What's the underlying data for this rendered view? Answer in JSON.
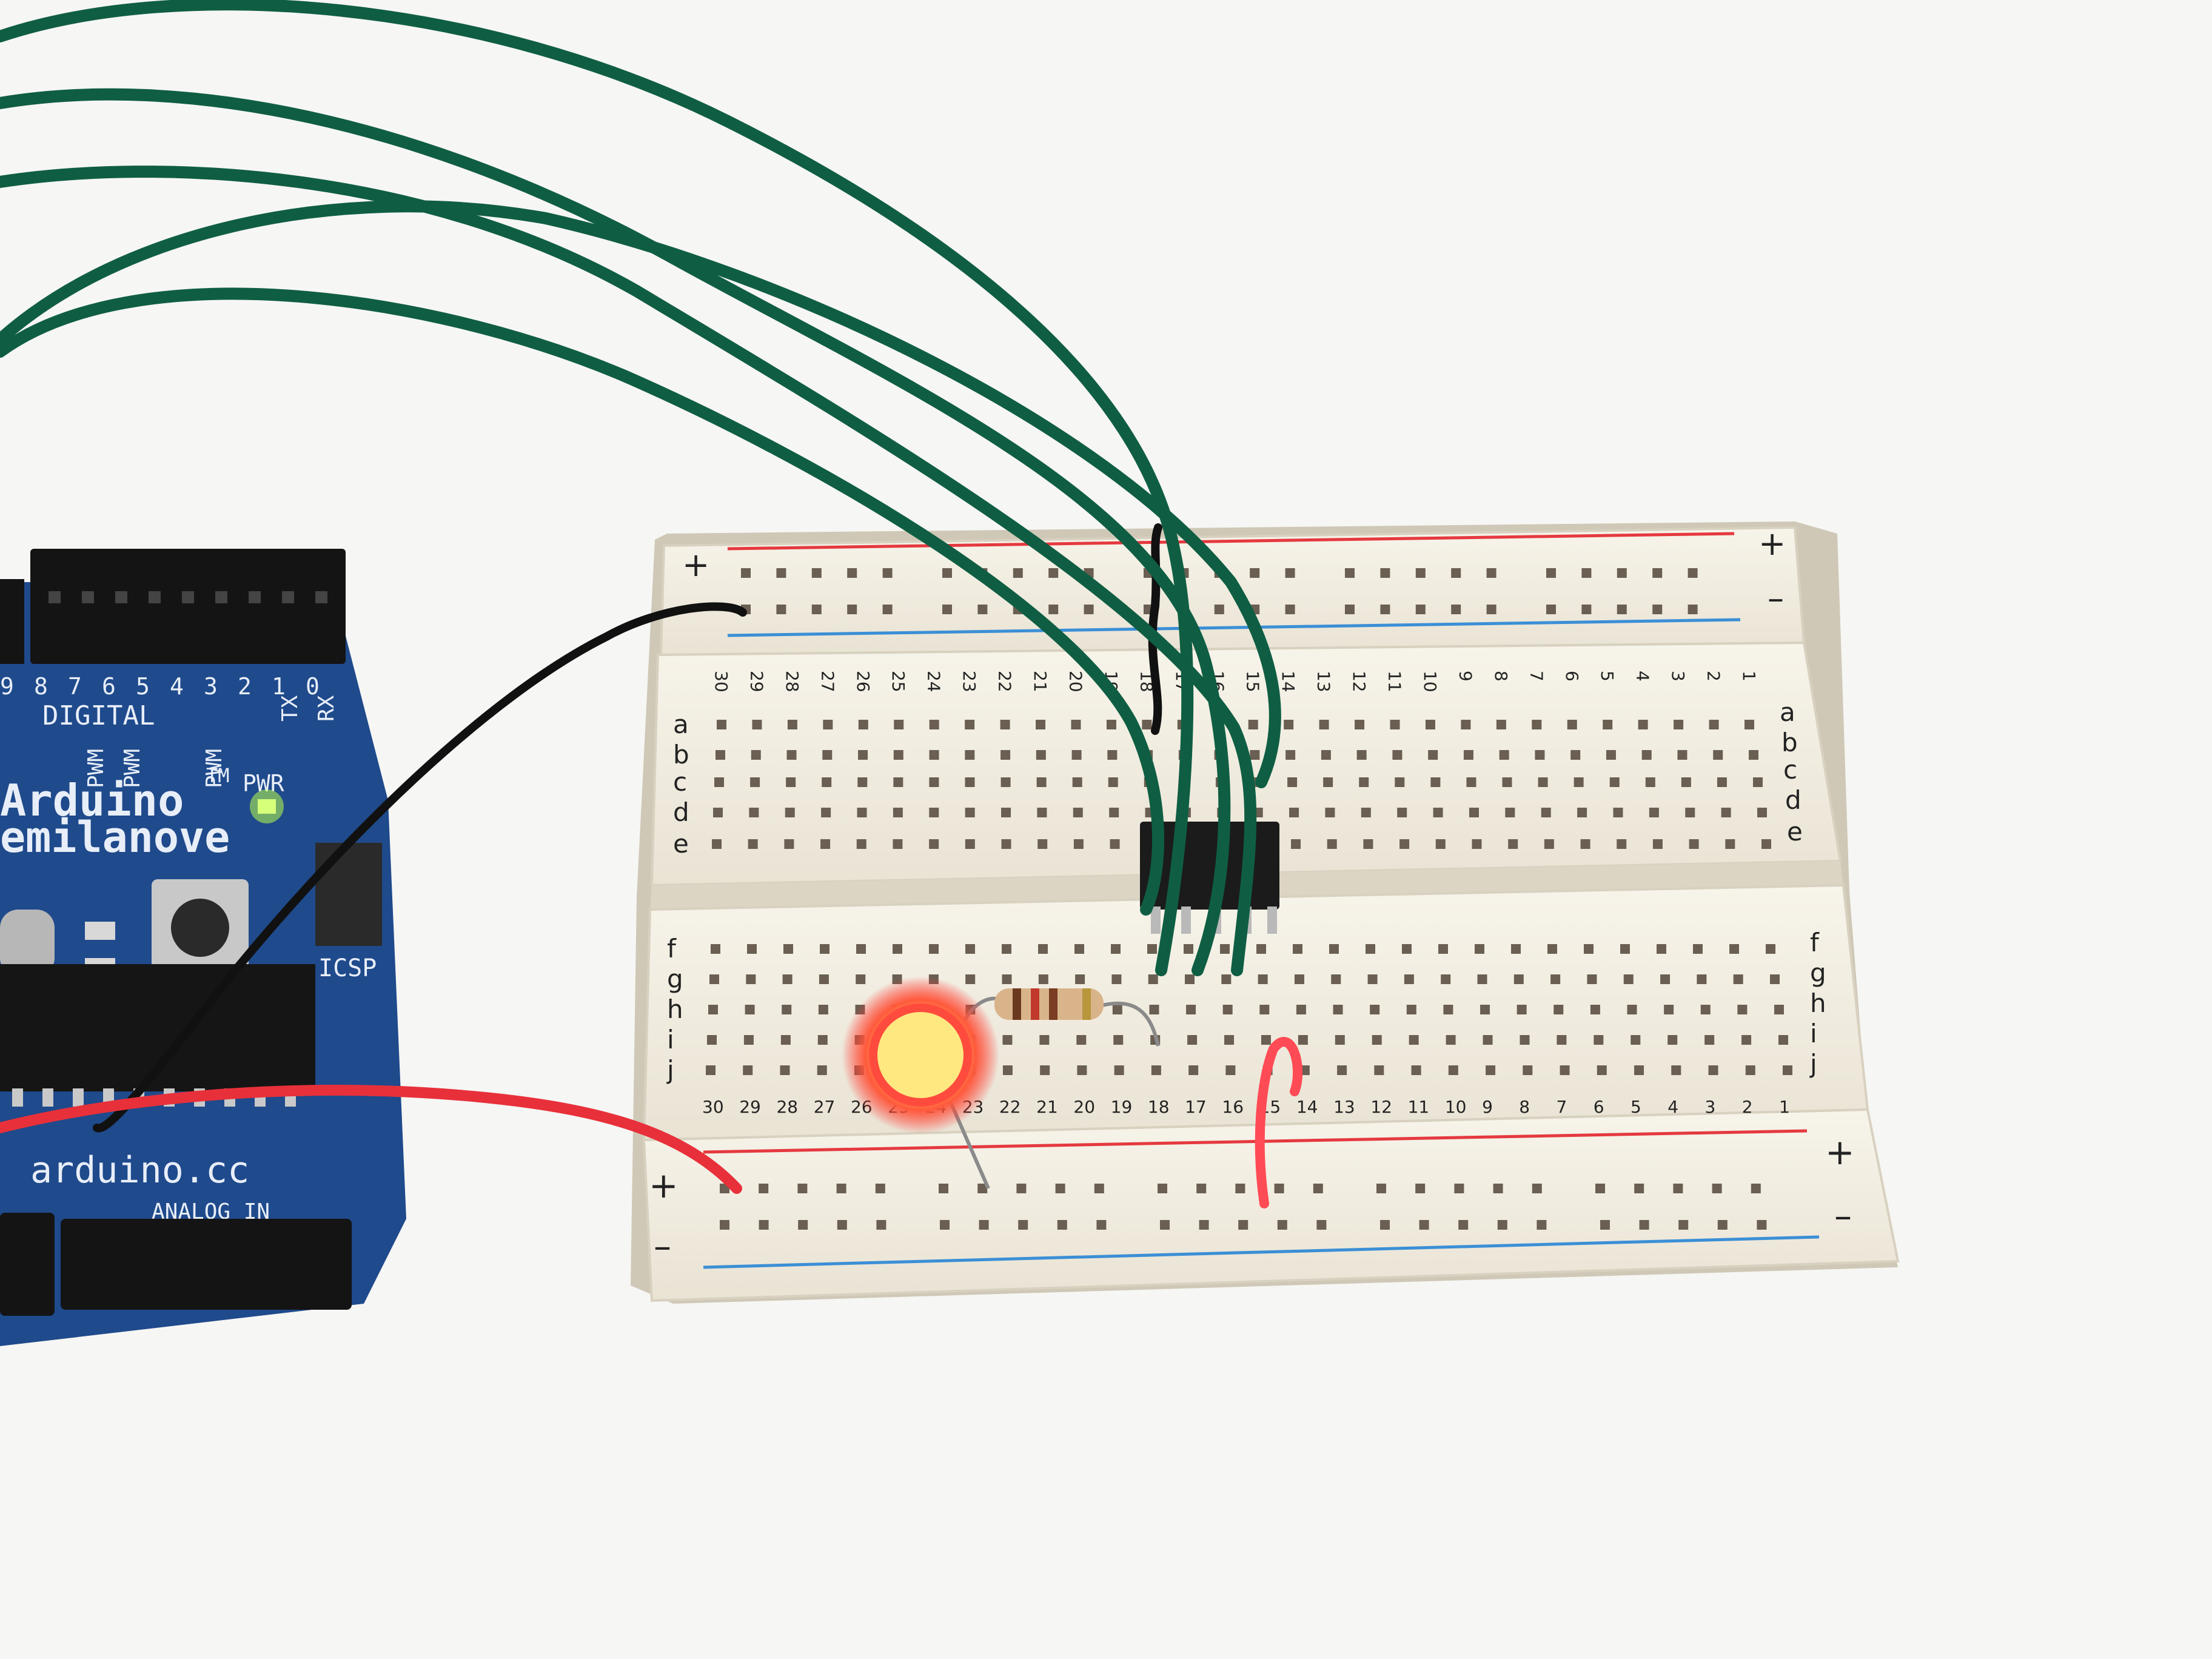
{
  "scene": {
    "subject": "arduino-breadboard-led-circuit"
  },
  "breadboard": {
    "row_letters_top": [
      "a",
      "b",
      "c",
      "d",
      "e"
    ],
    "row_letters_bottom": [
      "f",
      "g",
      "h",
      "i",
      "j"
    ],
    "column_numbers": [
      30,
      29,
      28,
      27,
      26,
      25,
      24,
      23,
      22,
      21,
      20,
      19,
      18,
      17,
      16,
      15,
      14,
      13,
      12,
      11,
      10,
      9,
      8,
      7,
      6,
      5,
      4,
      3,
      2,
      1
    ],
    "rail_plus": "+",
    "rail_minus": "–",
    "colors": {
      "body": "#f3efe4",
      "hole": "#6a5f52",
      "red_line": "#e5393f",
      "blue_line": "#3b8fd6"
    }
  },
  "arduino": {
    "header_digital": "DIGITAL",
    "brand": "Arduino",
    "trademark": "TM",
    "model_fragment": "emilanove",
    "pwm_label": "PWM",
    "pwr_label": "PWR",
    "icsp_label": "ICSP",
    "website": "arduino.cc",
    "analog_fragment": "ANALOG IN",
    "pin_numbers": [
      "9",
      "8",
      "7",
      "6",
      "5",
      "4",
      "3",
      "2",
      "1",
      "0"
    ],
    "tx_label": "TX",
    "rx_label": "RX",
    "colors": {
      "pcb": "#1f4a8c",
      "silk": "#e8eef8",
      "pwr_led": "#b9ff4a"
    }
  },
  "components": {
    "led_color": "#ff4b3e",
    "wire_green": "#0f5e43",
    "wire_red": "#e8303a",
    "wire_black": "#111111"
  }
}
